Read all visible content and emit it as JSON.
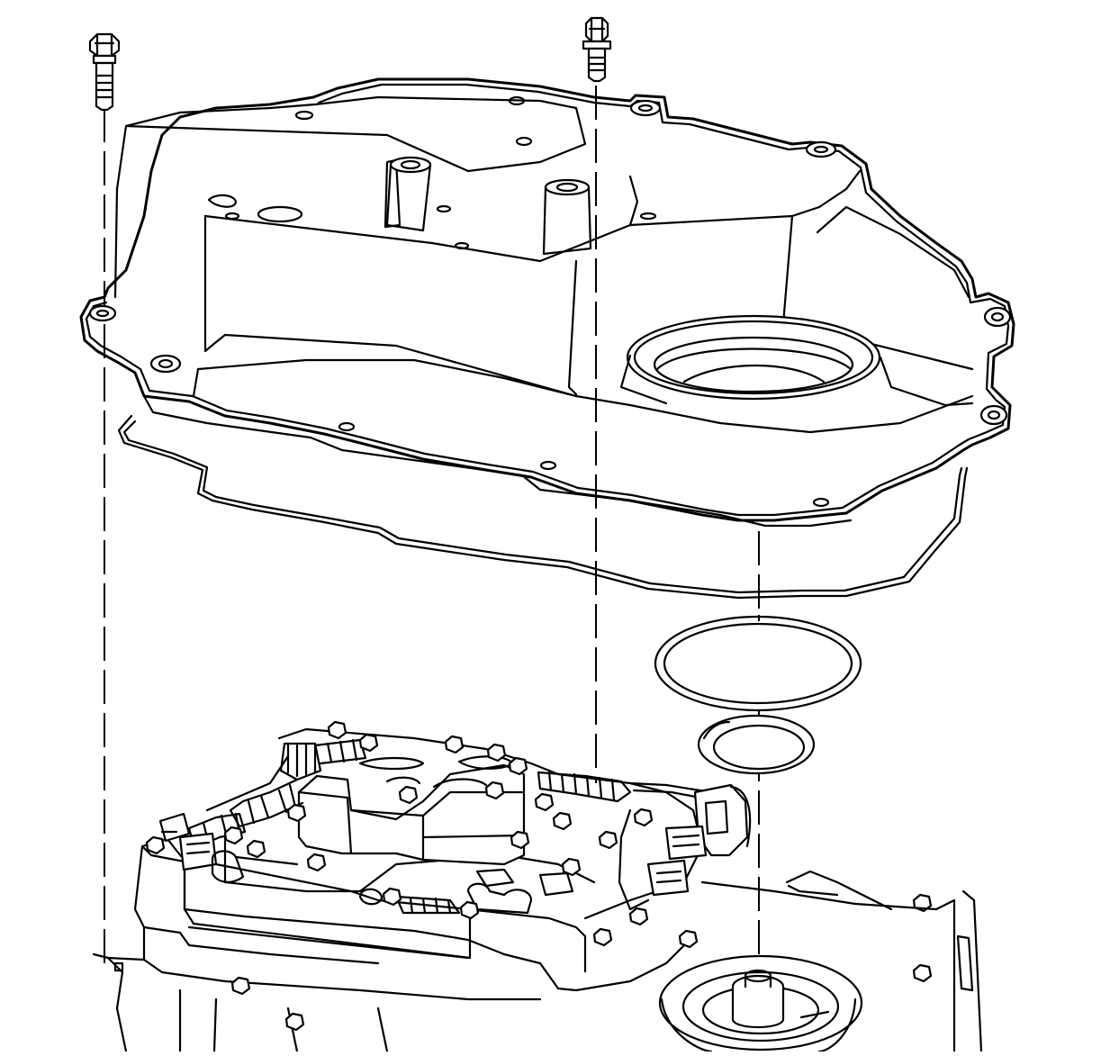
{
  "diagram": {
    "type": "exploded-assembly-line-drawing",
    "labels": [],
    "parts": [
      {
        "name": "bolt",
        "count": 2
      },
      {
        "name": "cover",
        "count": 1
      },
      {
        "name": "gasket",
        "count": 1
      },
      {
        "name": "o-ring-large",
        "count": 1
      },
      {
        "name": "seal-small",
        "count": 1
      },
      {
        "name": "valve-body-assembly",
        "count": 1
      }
    ],
    "colors": {
      "line": "#000000",
      "background": "#ffffff"
    }
  }
}
